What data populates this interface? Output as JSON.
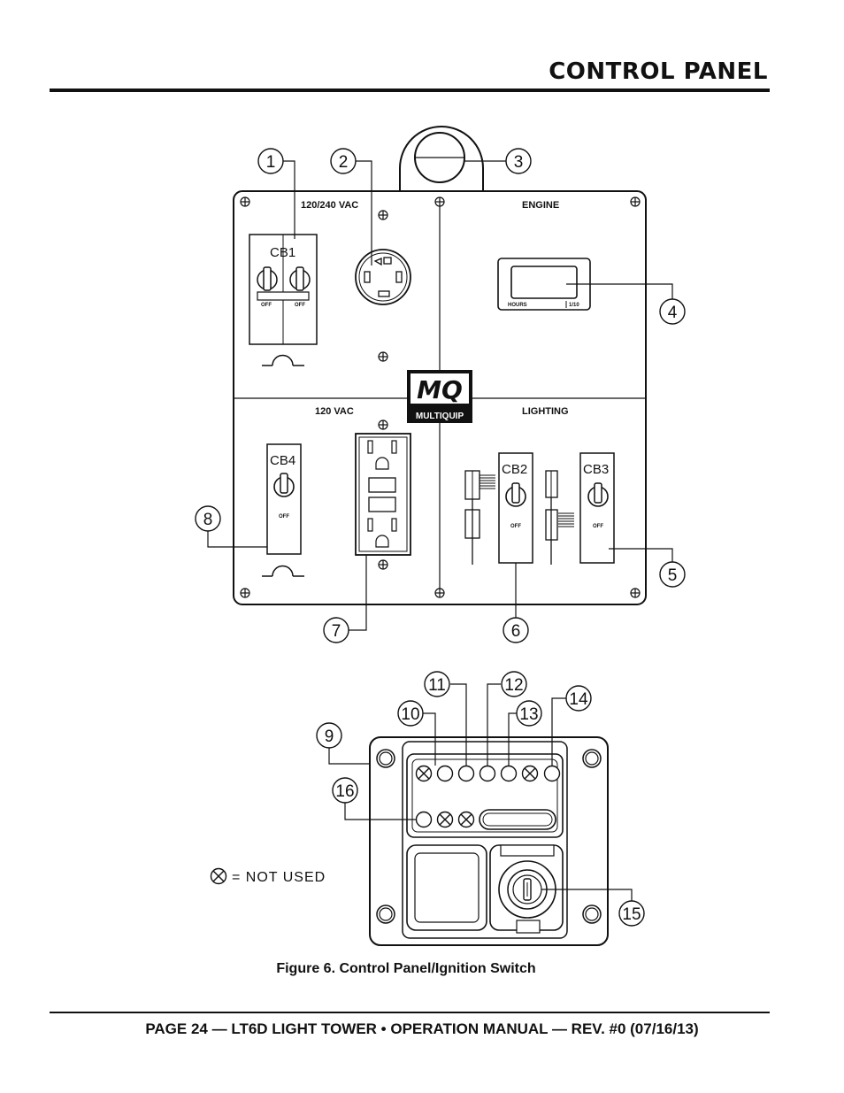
{
  "header": {
    "title": "CONTROL PANEL"
  },
  "panel": {
    "section_labels": {
      "vac_240": "120/240 VAC",
      "engine": "ENGINE",
      "vac_120": "120 VAC",
      "lighting": "LIGHTING"
    },
    "breakers": {
      "cb1": "CB1",
      "cb2": "CB2",
      "cb3": "CB3",
      "cb4": "CB4"
    },
    "off_label": "OFF",
    "hour_meter": {
      "hours": "HOURS",
      "tenths": "1/10"
    },
    "logo": {
      "mark": "MQ",
      "brand": "MULTIQUIP"
    }
  },
  "callouts": [
    "1",
    "2",
    "3",
    "4",
    "5",
    "6",
    "7",
    "8",
    "9",
    "10",
    "11",
    "12",
    "13",
    "14",
    "15",
    "16"
  ],
  "legend": {
    "text": "= NOT USED"
  },
  "figure": {
    "caption": "Figure 6. Control Panel/Ignition Switch"
  },
  "footer": {
    "text": "PAGE 24 — LT6D LIGHT TOWER • OPERATION MANUAL — REV. #0 (07/16/13)"
  }
}
